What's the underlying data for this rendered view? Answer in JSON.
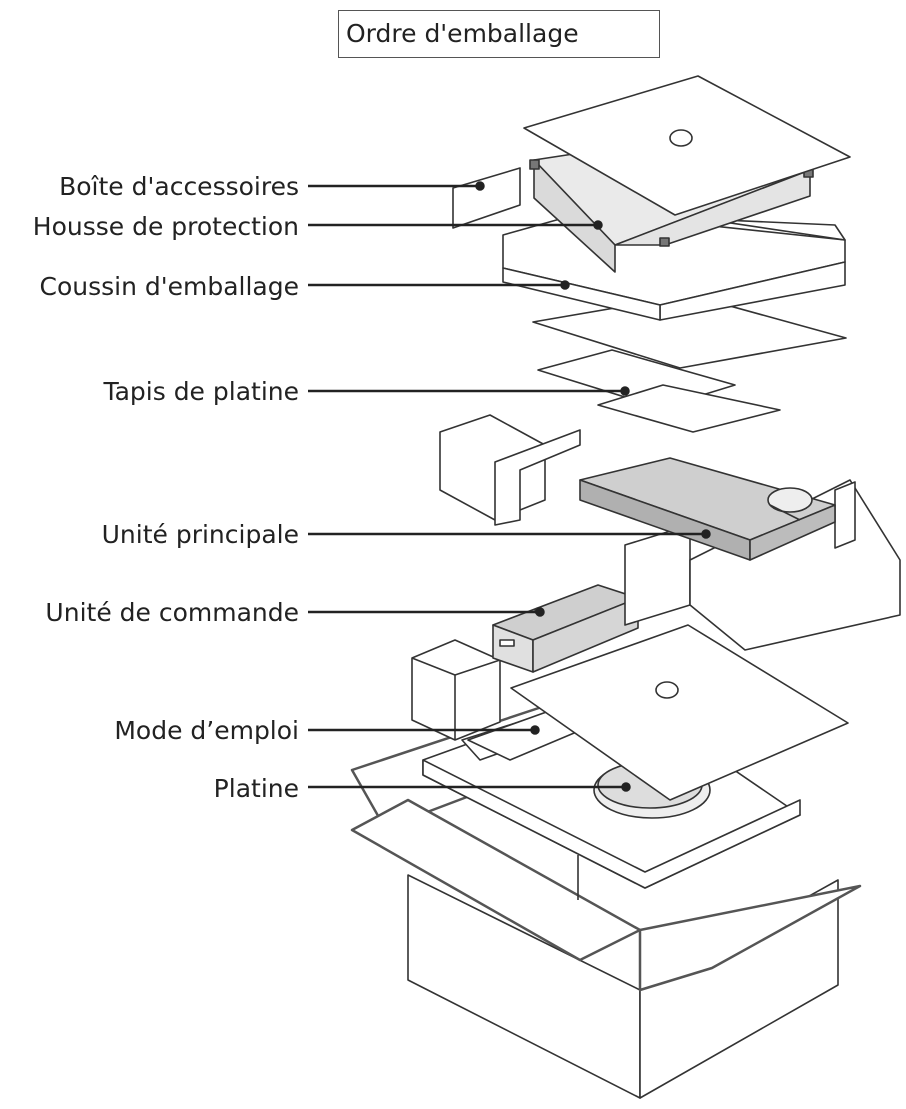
{
  "title": "Ordre d'emballage",
  "labels": {
    "accessory_box": "Boîte d'accessoires",
    "dust_cover": "Housse de protection",
    "packing_cushion": "Coussin d'emballage",
    "platter_mat": "Tapis de platine",
    "main_unit": "Unité principale",
    "control_unit": "Unité de commande",
    "manual": "Mode d’emploi",
    "platter": "Platine"
  }
}
